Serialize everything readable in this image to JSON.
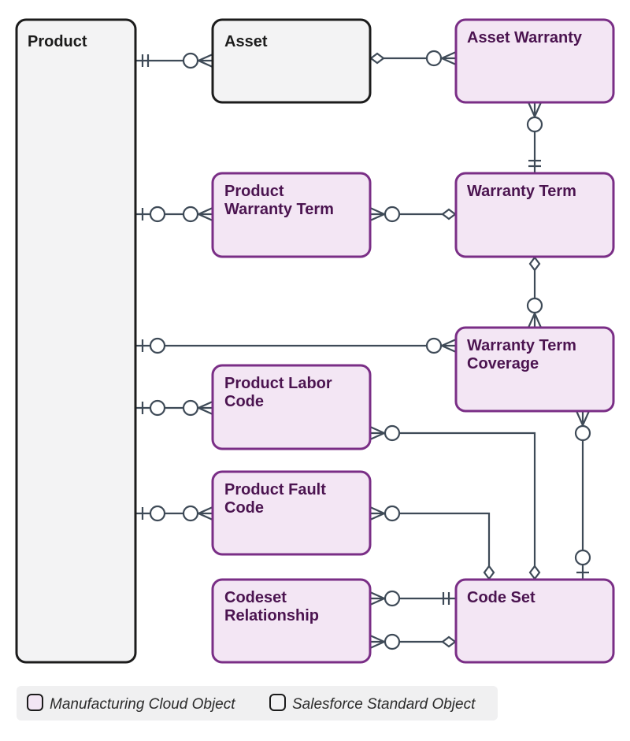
{
  "colors": {
    "manufacturing_fill": "#f3e6f4",
    "manufacturing_stroke": "#7a2e86",
    "manufacturing_text": "#4b1450",
    "standard_fill": "#f3f3f4",
    "standard_stroke": "#1c1c1c",
    "standard_text": "#1c1c1c",
    "connector": "#3e4a57",
    "legend_bg": "#f0f0f1"
  },
  "entities": {
    "product": {
      "lines": [
        "Product"
      ],
      "kind": "standard"
    },
    "asset": {
      "lines": [
        "Asset"
      ],
      "kind": "standard"
    },
    "asset_warranty": {
      "lines": [
        "Asset Warranty"
      ],
      "kind": "manufacturing"
    },
    "product_warranty_term": {
      "lines": [
        "Product",
        "Warranty Term"
      ],
      "kind": "manufacturing"
    },
    "warranty_term": {
      "lines": [
        "Warranty Term"
      ],
      "kind": "manufacturing"
    },
    "warranty_term_coverage": {
      "lines": [
        "Warranty Term",
        "Coverage"
      ],
      "kind": "manufacturing"
    },
    "product_labor_code": {
      "lines": [
        "Product Labor",
        "Code"
      ],
      "kind": "manufacturing"
    },
    "product_fault_code": {
      "lines": [
        "Product Fault",
        "Code"
      ],
      "kind": "manufacturing"
    },
    "codeset_relationship": {
      "lines": [
        "Codeset",
        "Relationship"
      ],
      "kind": "manufacturing"
    },
    "code_set": {
      "lines": [
        "Code Set"
      ],
      "kind": "manufacturing"
    }
  },
  "relationships": [
    {
      "from": "product",
      "to": "asset",
      "from_end": "one-and-only-one",
      "to_end": "zero-or-many"
    },
    {
      "from": "asset",
      "to": "asset_warranty",
      "from_end": "diamond",
      "to_end": "zero-or-many"
    },
    {
      "from": "asset_warranty",
      "to": "warranty_term",
      "from_end": "zero-or-many",
      "to_end": "one-and-only-one"
    },
    {
      "from": "product",
      "to": "product_warranty_term",
      "from_end": "zero-or-one",
      "to_end": "zero-or-many"
    },
    {
      "from": "product_warranty_term",
      "to": "warranty_term",
      "from_end": "zero-or-many",
      "to_end": "diamond"
    },
    {
      "from": "warranty_term",
      "to": "warranty_term_coverage",
      "from_end": "diamond",
      "to_end": "zero-or-many"
    },
    {
      "from": "product",
      "to": "warranty_term_coverage",
      "from_end": "zero-or-one",
      "to_end": "zero-or-many"
    },
    {
      "from": "product",
      "to": "product_labor_code",
      "from_end": "zero-or-one",
      "to_end": "zero-or-many"
    },
    {
      "from": "product",
      "to": "product_fault_code",
      "from_end": "zero-or-one",
      "to_end": "zero-or-many"
    },
    {
      "from": "product_labor_code",
      "to": "code_set",
      "from_end": "zero-or-many",
      "to_end": "diamond"
    },
    {
      "from": "product_fault_code",
      "to": "code_set",
      "from_end": "zero-or-many",
      "to_end": "diamond"
    },
    {
      "from": "warranty_term_coverage",
      "to": "code_set",
      "from_end": "zero-or-many",
      "to_end": "zero-or-one"
    },
    {
      "from": "codeset_relationship",
      "to": "code_set",
      "from_end": "zero-or-many",
      "to_end": "one-and-only-one"
    },
    {
      "from": "codeset_relationship",
      "to": "code_set",
      "from_end": "zero-or-many",
      "to_end": "diamond"
    }
  ],
  "legend": {
    "manufacturing_label": "Manufacturing Cloud Object",
    "standard_label": "Salesforce Standard Object"
  }
}
